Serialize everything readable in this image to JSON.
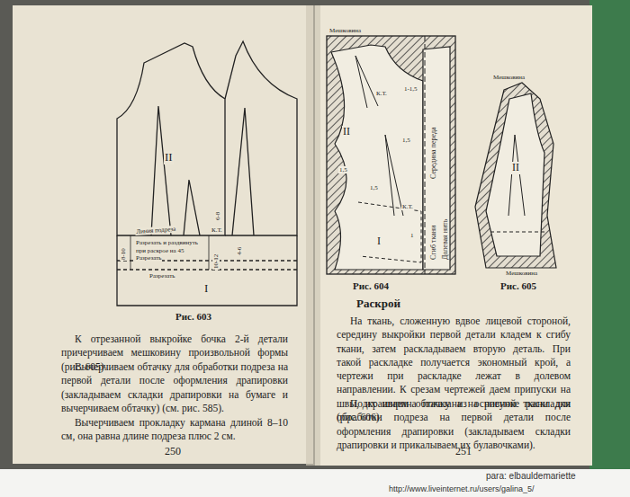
{
  "diagram": {
    "labels": [
      "II",
      "I",
      "8-10",
      "Линия подреза",
      "Разрезать и раздвинуть",
      "при раскрое на 45",
      "Разрезать",
      "Разрезать",
      "К.Т.",
      "6-8",
      "10-12",
      "4-6",
      "Рис. 603",
      "К отрезанной выкройке бочка 2-й детали причерчиваем мешковину произвольной формы (рис. 605).",
      "Вычерчиваем обтачку для обработки подреза на первой детали после оформления драпировки (закладываем складки драпировки на бумаге и вычерчиваем обтачку) (см. рис. 585).",
      "Вычерчиваем прокладку кармана длиной 8–10 см, она равна длине подреза плюс 2 см.",
      "250",
      "Мешковина",
      "К.Т.",
      "II",
      "1-1,5",
      "1,5",
      "1,5",
      "1,5",
      "1",
      "К.Т.",
      "I",
      "Середина переда",
      "Сгиб ткани",
      "Долевая нить",
      "Рис. 604",
      "Мешковина",
      "II",
      "Мешковина",
      "Рис. 605",
      "Раскрой",
      "На ткань, сложенную вдвое лицевой стороной, середину выкройки первой детали кладем к сгибу ткани, затем раскладываем вторую деталь. При такой раскладке получается экономный крой, а чертежи при раскладке лежат в долевом направлении. К срезам чертежей даем припуски на швы, их ширина показана на рисунке раскладки (рис. 606).",
      "Подкраиваем обтачку из основной ткани для обработки подреза на первой детали после оформления драпировки (закладываем складки драпировки и прикалываем их булавочками).",
      "251",
      "para: elbauldemariette",
      "http://www.liveinternet.ru/users/galina_5/"
    ]
  }
}
